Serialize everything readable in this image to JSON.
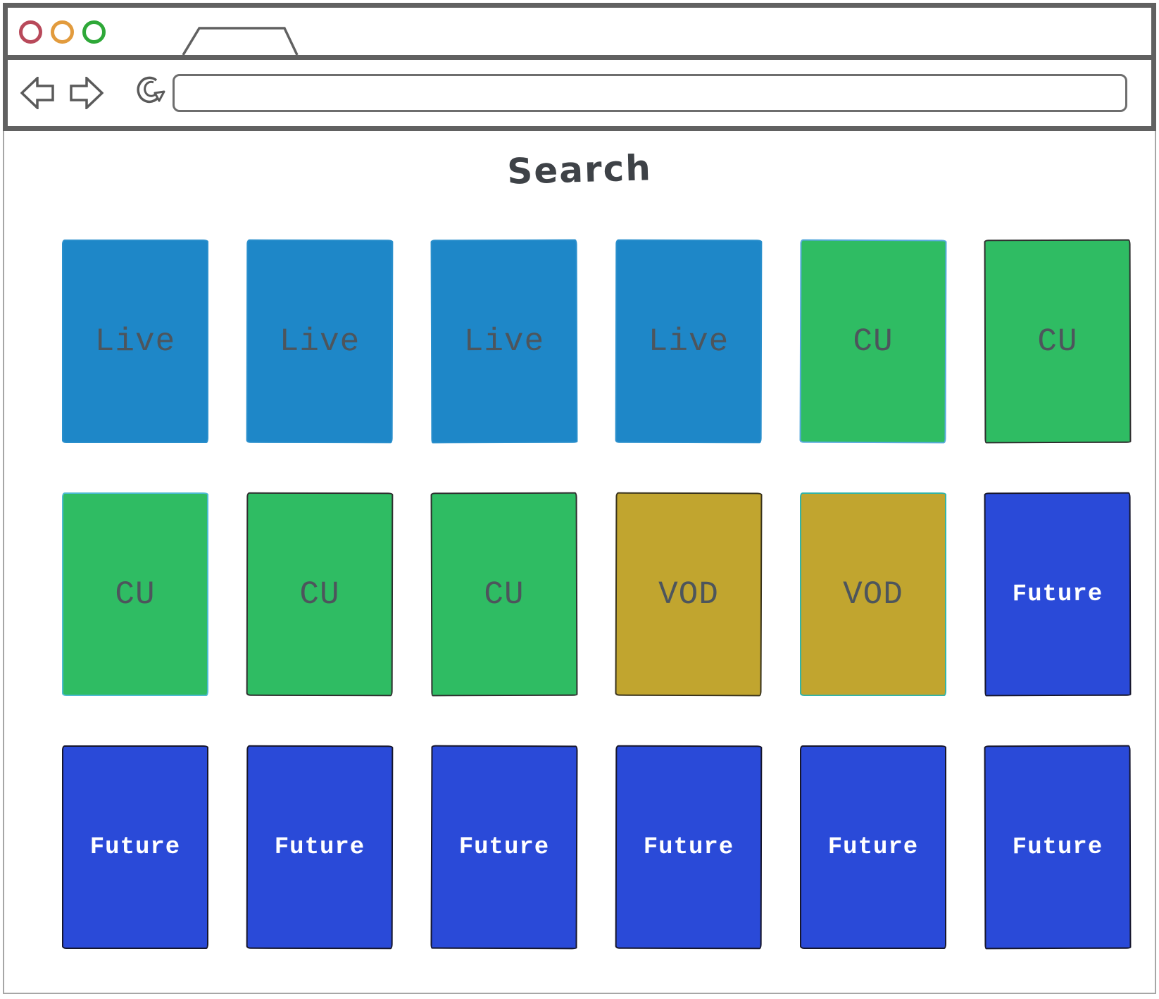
{
  "browser": {
    "chrome_color": "#616161",
    "window_controls": [
      {
        "name": "close",
        "color": "#b8495a"
      },
      {
        "name": "minimize",
        "color": "#e29b3d"
      },
      {
        "name": "maximize",
        "color": "#2ea838"
      }
    ],
    "tab": {
      "label": ""
    },
    "toolbar": {
      "back_icon": "back-arrow-icon",
      "forward_icon": "forward-arrow-icon",
      "reload_icon": "reload-icon",
      "url": {
        "value": "",
        "placeholder": ""
      }
    }
  },
  "page": {
    "title": "Search",
    "grid": {
      "columns": 6,
      "cards": [
        {
          "row": 1,
          "col": 1,
          "label": "Live",
          "type": "live",
          "fill": "#1e87c8",
          "border": "#2a8fcc",
          "text_color": "#4d555c"
        },
        {
          "row": 1,
          "col": 2,
          "label": "Live",
          "type": "live",
          "fill": "#1e87c8",
          "border": "#2a8fcc",
          "text_color": "#4d555c"
        },
        {
          "row": 1,
          "col": 3,
          "label": "Live",
          "type": "live",
          "fill": "#1e87c8",
          "border": "#2a8fcc",
          "text_color": "#4d555c"
        },
        {
          "row": 1,
          "col": 4,
          "label": "Live",
          "type": "live",
          "fill": "#1e87c8",
          "border": "#2a8fcc",
          "text_color": "#4d555c"
        },
        {
          "row": 1,
          "col": 5,
          "label": "CU",
          "type": "cu",
          "fill": "#2fbc63",
          "border": "#57a9dd",
          "text_color": "#4d555c"
        },
        {
          "row": 1,
          "col": 6,
          "label": "CU",
          "type": "cu",
          "fill": "#2fbc63",
          "border": "#2e2e2e",
          "text_color": "#4d555c"
        },
        {
          "row": 2,
          "col": 1,
          "label": "CU",
          "type": "cu",
          "fill": "#2fbc63",
          "border": "#4cbad0",
          "text_color": "#4d555c"
        },
        {
          "row": 2,
          "col": 2,
          "label": "CU",
          "type": "cu",
          "fill": "#2fbc63",
          "border": "#2e2e2e",
          "text_color": "#4d555c"
        },
        {
          "row": 2,
          "col": 3,
          "label": "CU",
          "type": "cu",
          "fill": "#2fbc63",
          "border": "#2e2e2e",
          "text_color": "#4d555c"
        },
        {
          "row": 2,
          "col": 4,
          "label": "VOD",
          "type": "vod",
          "fill": "#c1a52f",
          "border": "#39331c",
          "text_color": "#4d555c"
        },
        {
          "row": 2,
          "col": 5,
          "label": "VOD",
          "type": "vod",
          "fill": "#c1a52f",
          "border": "#35b3a5",
          "text_color": "#4d555c"
        },
        {
          "row": 2,
          "col": 6,
          "label": "Future",
          "type": "future",
          "fill": "#2a4ad8",
          "border": "#16162c",
          "text_color": "#ffffff"
        },
        {
          "row": 3,
          "col": 1,
          "label": "Future",
          "type": "future",
          "fill": "#2a4ad8",
          "border": "#16162c",
          "text_color": "#ffffff"
        },
        {
          "row": 3,
          "col": 2,
          "label": "Future",
          "type": "future",
          "fill": "#2a4ad8",
          "border": "#16162c",
          "text_color": "#ffffff"
        },
        {
          "row": 3,
          "col": 3,
          "label": "Future",
          "type": "future",
          "fill": "#2a4ad8",
          "border": "#16162c",
          "text_color": "#ffffff"
        },
        {
          "row": 3,
          "col": 4,
          "label": "Future",
          "type": "future",
          "fill": "#2a4ad8",
          "border": "#16162c",
          "text_color": "#ffffff"
        },
        {
          "row": 3,
          "col": 5,
          "label": "Future",
          "type": "future",
          "fill": "#2a4ad8",
          "border": "#16162c",
          "text_color": "#ffffff"
        },
        {
          "row": 3,
          "col": 6,
          "label": "Future",
          "type": "future",
          "fill": "#2a4ad8",
          "border": "#16162c",
          "text_color": "#ffffff"
        }
      ]
    }
  }
}
